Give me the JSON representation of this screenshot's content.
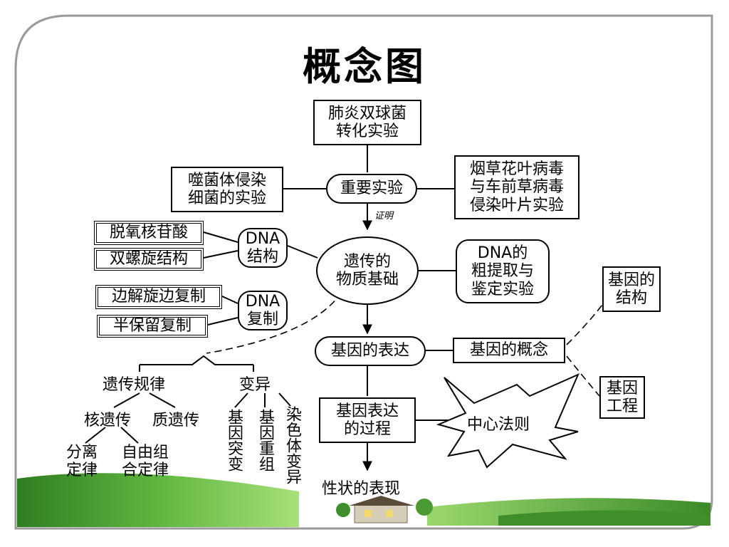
{
  "title": "概念图",
  "nodes": {
    "pneumococcus": [
      "肺炎双球菌",
      "转化实验"
    ],
    "key_experiments": "重要实验",
    "phage": [
      "噬菌体侵染",
      "细菌的实验"
    ],
    "tmv": [
      "烟草花叶病毒",
      "与车前草病毒",
      "侵染叶片实验"
    ],
    "prove": "证明",
    "deoxynucleotide": "脱氧核苷酸",
    "double_helix": "双螺旋结构",
    "dna_structure": [
      "DNA",
      "结构"
    ],
    "genetic_material": [
      "遗传的",
      "物质基础"
    ],
    "dna_extraction": [
      "DNA的",
      "粗提取与",
      "鉴定实验"
    ],
    "gene_structure": [
      "基因的",
      "结构"
    ],
    "unwind_replicate": "边解旋边复制",
    "semi_conservative": "半保留复制",
    "dna_replication": [
      "DNA",
      "复制"
    ],
    "gene_expression": "基因的表达",
    "gene_concept": "基因的概念",
    "genetic_law": "遗传规律",
    "variation": "变异",
    "nuclear_inheritance": "核遗传",
    "cytoplasmic_inheritance": "质遗传",
    "segregation_law": [
      "分离",
      "定律"
    ],
    "independent_assortment": [
      "自由组",
      "合定律"
    ],
    "gene_mutation": "基因突变",
    "gene_recombination": "基因重组",
    "chromosome_variation": "染色体变异",
    "expression_process": [
      "基因表达",
      "的过程"
    ],
    "central_dogma": "中心法则",
    "genetic_engineering": [
      "基因",
      "工程"
    ],
    "trait_manifestation": "性状的表现"
  },
  "colors": {
    "frame_border": "#9a9a9a",
    "grass_dark": "#3f8e2c",
    "grass_light": "#8bd266",
    "house": "#cfc4b0"
  }
}
